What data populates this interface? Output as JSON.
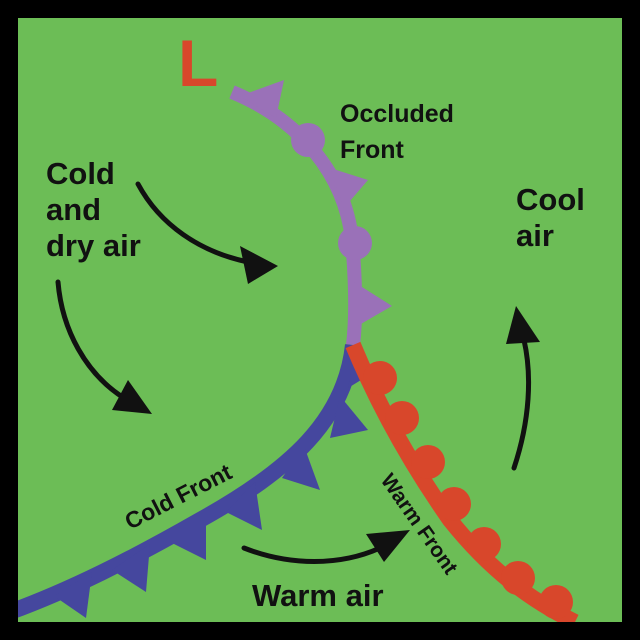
{
  "low_pressure_symbol": "L",
  "labels": {
    "occluded_front": [
      "Occluded",
      "Front"
    ],
    "cold_dry_air": [
      "Cold",
      "and",
      "dry air"
    ],
    "cool_air": [
      "Cool",
      "air"
    ],
    "cold_front": "Cold Front",
    "warm_front": "Warm Front",
    "warm_air": "Warm air"
  },
  "colors": {
    "background": "#6cbd56",
    "border": "#000000",
    "occluded_front": "#9a71b8",
    "cold_front": "#45479e",
    "warm_front": "#d8472b",
    "low_symbol": "#d8472b",
    "text": "#111111"
  },
  "icons": {
    "cold_front_symbol": "triangle-pips",
    "warm_front_symbol": "semicircle-pips",
    "occluded_front_symbol": "alternating-triangle-semicircle-pips",
    "air_flow": "curved-arrow"
  }
}
